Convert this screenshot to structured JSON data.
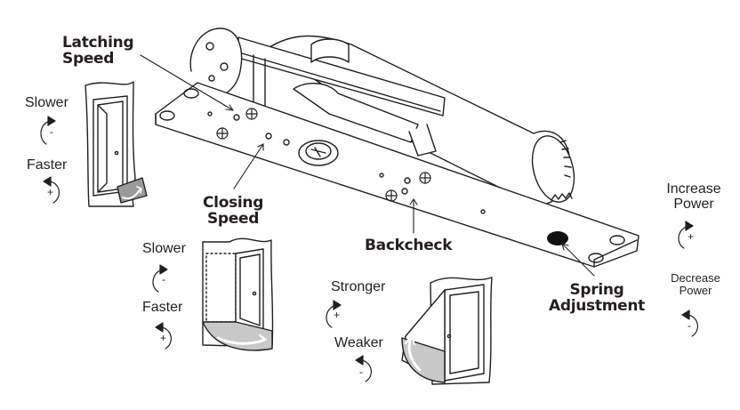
{
  "labels": {
    "latching_speed": [
      "Latching",
      "Speed"
    ],
    "closing_speed": [
      "Closing",
      "Speed"
    ],
    "backcheck": "Backcheck",
    "spring_adjustment": [
      "Spring",
      "Adjustment"
    ],
    "latch_slower": "Slower",
    "latch_faster": "Faster",
    "close_slower": "Slower",
    "close_faster": "Faster",
    "stronger": "Stronger",
    "weaker": "Weaker",
    "increase_power": [
      "Increase",
      "Power"
    ],
    "decrease_power": [
      "Decrease",
      "Power"
    ]
  },
  "signs": {
    "minus": "-",
    "plus": "+"
  },
  "colors": {
    "ink": "#231f20",
    "shade": "#c8c8c8",
    "dark_shade": "#9a9a9a",
    "spring_port": "#111111"
  },
  "icons": [
    "clockwise-arrow-icon",
    "counterclockwise-arrow-icon",
    "door-icon",
    "door-closer-icon"
  ]
}
